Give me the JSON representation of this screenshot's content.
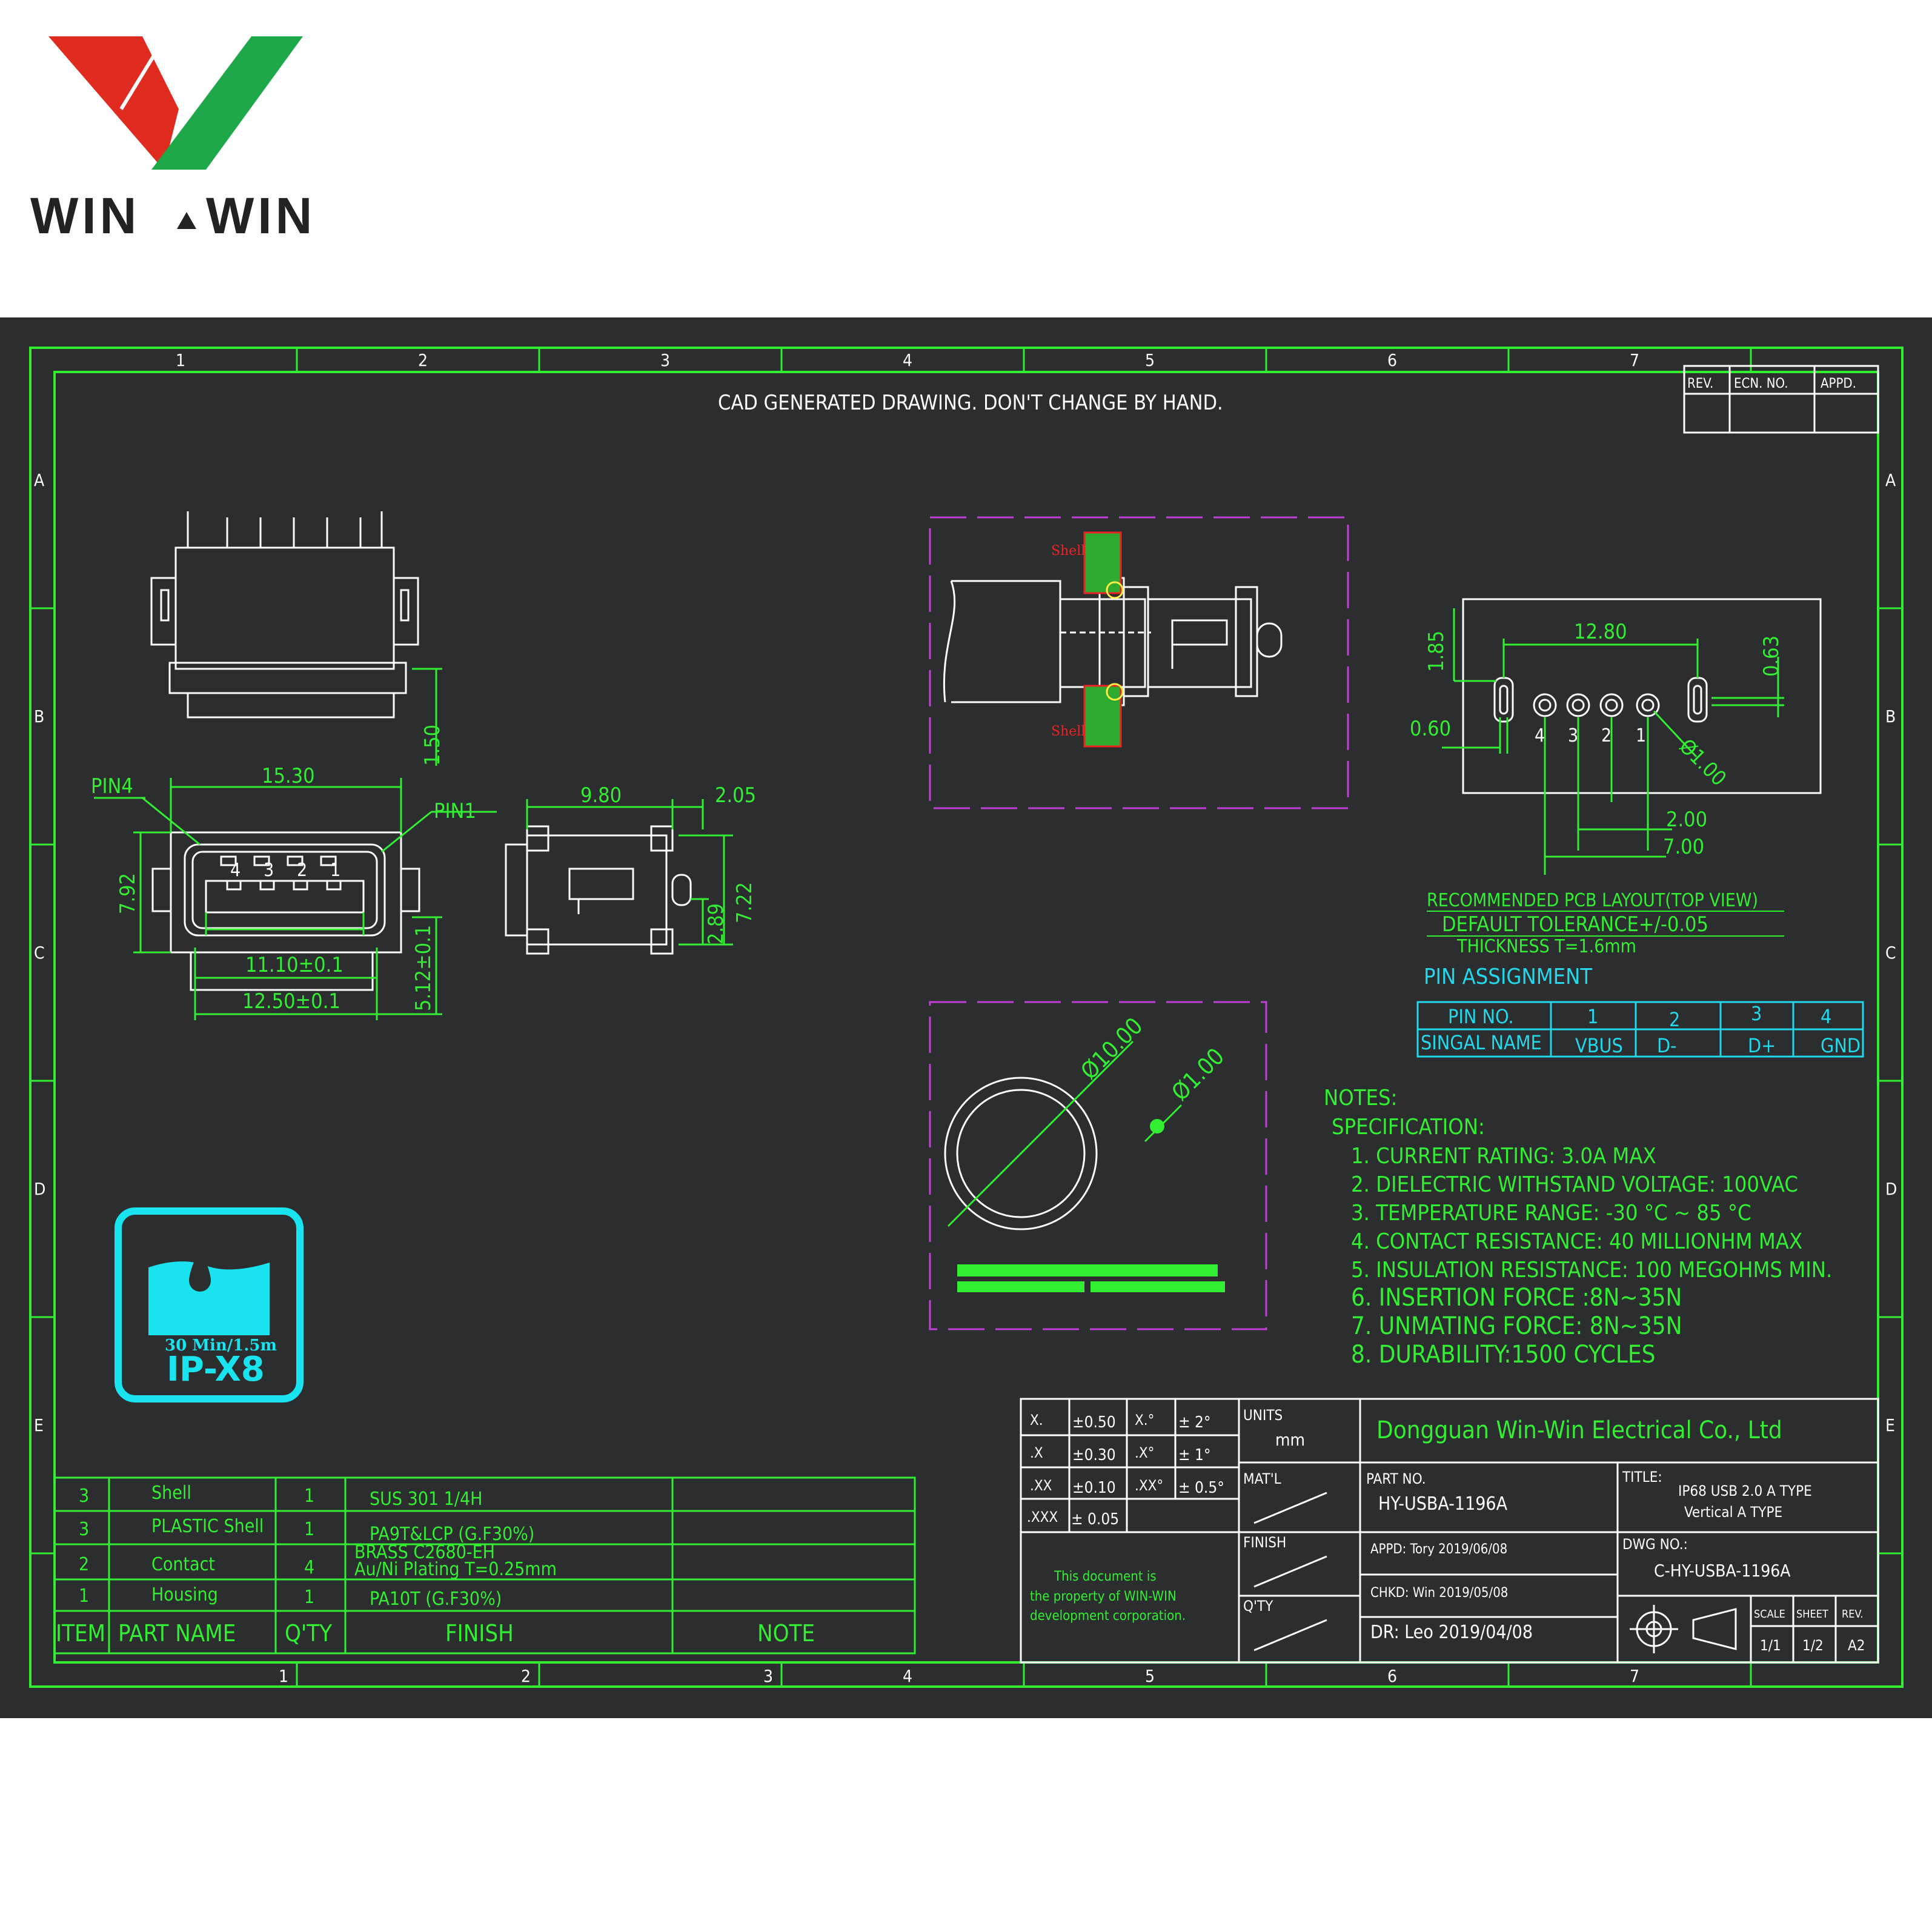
{
  "brand": {
    "name": "WIN",
    "name2": "WIN",
    "colors": {
      "red": "#e02b20",
      "green": "#1fa84a",
      "text": "#222222"
    }
  },
  "header_note": "CAD GENERATED DRAWING. DON'T CHANGE BY HAND.",
  "grid": {
    "cols": [
      "1",
      "2",
      "3",
      "4",
      "5",
      "6",
      "7"
    ],
    "rows": [
      "A",
      "B",
      "C",
      "D",
      "E"
    ]
  },
  "revision_table": {
    "headers": [
      "REV.",
      "ECN. NO.",
      "APPD."
    ]
  },
  "front_view": {
    "pin4_label": "PIN4",
    "pin1_label": "PIN1",
    "pin_numbers": [
      "4",
      "3",
      "2",
      "1"
    ],
    "dims": {
      "width": "15.30",
      "height": "7.92",
      "inner": "11.10±0.1",
      "outer": "12.50±0.1",
      "depth": "5.12±0.1",
      "top": "1.50"
    }
  },
  "side_view": {
    "dims": {
      "length": "9.80",
      "tab": "2.05",
      "height": "7.22",
      "low": "2.89"
    }
  },
  "section_view": {
    "shell_top": "Shell",
    "shell_bottom": "Shell"
  },
  "pcb_layout": {
    "dims": {
      "pitch_span": "12.80",
      "v_top": "1.85",
      "v_right": "0.63",
      "slot": "0.60",
      "hole": "Ø1.00",
      "pitch": "2.00",
      "spread": "7.00"
    },
    "pin_numbers": [
      "4",
      "3",
      "2",
      "1"
    ],
    "title": "RECOMMENDED PCB LAYOUT(TOP VIEW)",
    "tolerance": "DEFAULT TOLERANCE+/-0.05",
    "thickness": "THICKNESS T=1.6mm"
  },
  "panel_cutout": {
    "outer": "Ø10.00",
    "small": "Ø1.00"
  },
  "pin_assignment": {
    "title": "PIN ASSIGNMENT",
    "header": [
      "PIN NO.",
      "1",
      "2",
      "3",
      "4"
    ],
    "row": [
      "SINGAL NAME",
      "VBUS",
      "D-",
      "D+",
      "GND"
    ]
  },
  "notes": {
    "title": "NOTES:",
    "spec": "SPECIFICATION:",
    "items": [
      "1. CURRENT RATING: 3.0A MAX",
      "2. DIELECTRIC WITHSTAND VOLTAGE: 100VAC",
      "3. TEMPERATURE RANGE: -30 °C ~ 85 °C",
      "4. CONTACT RESISTANCE: 40 MILLIONHM MAX",
      "5. INSULATION RESISTANCE: 100 MEGOHMS MIN.",
      "6.  INSERTION  FORCE  :8N~35N",
      "7.  UNMATING  FORCE:  8N~35N",
      "8.  DURABILITY:1500  CYCLES"
    ]
  },
  "ip_badge": {
    "line1": "30 Min/1.5m",
    "line2": "IP-X8",
    "color": "#19e3ee"
  },
  "bom": {
    "rows": [
      [
        "3",
        "Shell",
        "1",
        "SUS 301 1/4H"
      ],
      [
        "3",
        "PLASTIC Shell",
        "1",
        "PA9T&LCP (G.F30%)"
      ],
      [
        "2",
        "Contact",
        "4",
        "BRASS C2680-EH",
        "Au/Ni  Plating   T=0.25mm"
      ],
      [
        "1",
        "Housing",
        "1",
        "PA10T (G.F30%)"
      ]
    ],
    "headers": [
      "ITEM",
      "PART  NAME",
      "Q'TY",
      "FINISH",
      "NOTE"
    ]
  },
  "tolerance_block": {
    "rows": [
      [
        "X.",
        "±0.50",
        "X.°",
        "± 2°"
      ],
      [
        ".X",
        "±0.30",
        ".X°",
        "±  1°"
      ],
      [
        ".XX",
        "±0.10",
        ".XX°",
        "± 0.5°"
      ],
      [
        ".XXX",
        "± 0.05",
        "",
        ""
      ]
    ],
    "units_label": "UNITS",
    "units": "mm",
    "matl_label": "MAT'L",
    "finish_label": "FINISH",
    "qty_label": "Q'TY",
    "property": [
      "This  document  is",
      "the  property  of  WIN-WIN",
      "development  corporation."
    ]
  },
  "title_block": {
    "company": "Dongguan  Win-Win  Electrical  Co.,  Ltd",
    "part_label": "PART  NO.",
    "part_no": "HY-USBA-1196A",
    "title_label": "TITLE:",
    "title1": "IP68  USB 2.0 A TYPE",
    "title2": "Vertical A TYPE",
    "appd": "APPD:  Tory  2019/06/08",
    "chkd": "CHKD:  Win  2019/05/08",
    "dr": "DR:   Leo  2019/04/08",
    "dwg_label": "DWG NO.:",
    "dwg_no": "C-HY-USBA-1196A",
    "scale_label": "SCALE",
    "scale": "1/1",
    "sheet_label": "SHEET",
    "sheet": "1/2",
    "rev_label": "REV.",
    "rev": "A2"
  },
  "colors": {
    "background": "#2b2d2f",
    "frame": "#33ee33",
    "line": "#ffffff",
    "dim": "#33ee33",
    "cyan": "#22d8ea",
    "magenta": "#c040d8"
  }
}
